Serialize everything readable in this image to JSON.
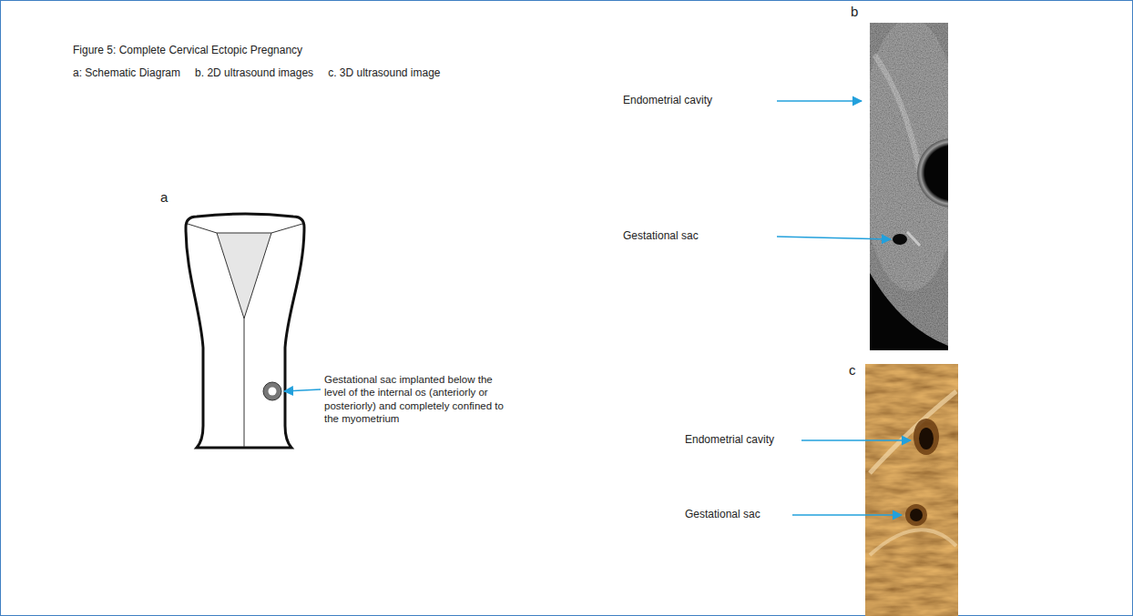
{
  "diagram": {
    "title": "Figure 5: Complete Cervical Ectopic Pregnancy",
    "labels": [
      "a: Schematic Diagram",
      "b. 2D ultrasound images",
      "c. 3D ultrasound image",
      "a",
      "Gestational sac implanted below the level of the internal os (anteriorly or posteriorly) and completely confined to the myometrium",
      "b",
      "Endometrial cavity",
      "Gestational sac",
      "c",
      "Endometrial cavity",
      "Gestational sac"
    ]
  }
}
